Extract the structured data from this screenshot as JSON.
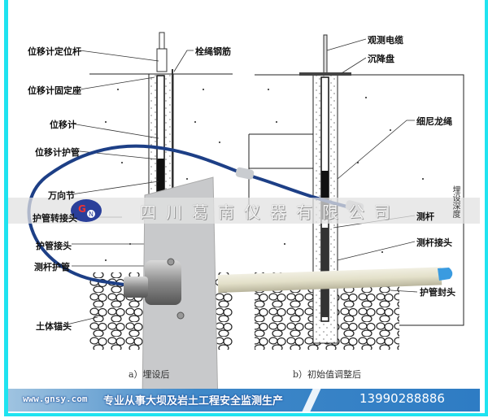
{
  "left_labels": {
    "locator_rod": "位移计定位杆",
    "tie_rebar": "栓绳钢筋",
    "fixed_base": "位移计固定座",
    "displacement_meter": "位移计",
    "meter_sleeve": "位移计护管",
    "universal_joint": "万向节",
    "sleeve_adapter": "护管转接头",
    "sleeve_joint": "护管接头",
    "rod_sleeve": "测杆护管",
    "soil_anchor": "土体锚头"
  },
  "right_labels": {
    "cable": "观测电缆",
    "settlement_plate": "沉降盘",
    "nylon_rope": "细尼龙绳",
    "rod": "测杆",
    "rod_joint": "测杆接头",
    "sleeve_cap": "护管封头",
    "vertical_note": "埋设深度"
  },
  "captions": {
    "a": "a）埋设后",
    "b": "b）初始值调整后"
  },
  "watermark": "四川葛南仪器有限公司",
  "logo": {
    "letters": "GN"
  },
  "banner": {
    "url": "www.gnsy.com",
    "slogan": "专业从事大坝及岩土工程安全监测生产",
    "phone": "13990288886"
  },
  "colors": {
    "frame": "#1fe3f0",
    "banner": "#2e7cc4",
    "cable": "#1d3f86"
  }
}
